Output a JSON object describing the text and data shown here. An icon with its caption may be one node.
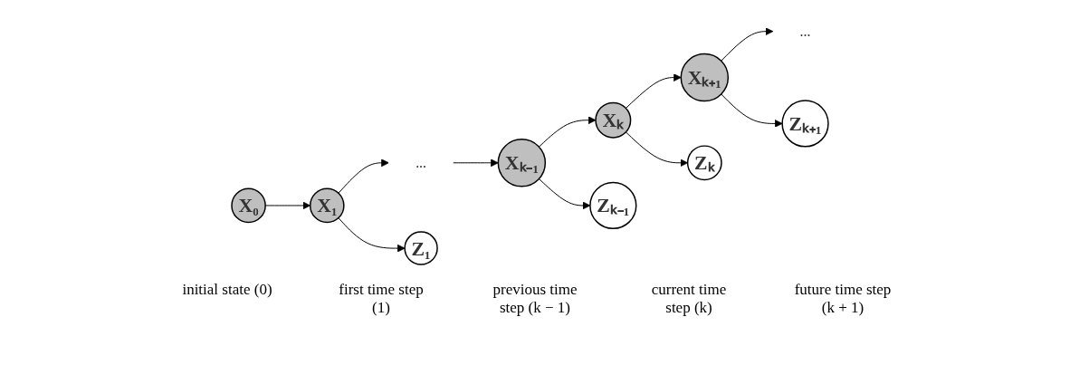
{
  "diagram": {
    "nodes": [
      {
        "text": [
          "X₀"
        ]
      },
      {
        "text": [
          "X₁"
        ]
      },
      {
        "text": [
          "..."
        ]
      },
      {
        "text": [
          "Xₖ₋₁"
        ]
      },
      {
        "text": [
          "Xₖ"
        ]
      },
      {
        "text": [
          "Xₖ₊₁"
        ]
      },
      {
        "text": [
          "..."
        ]
      },
      {
        "text": [
          "Z₁"
        ]
      },
      {
        "text": [
          "Zₖ₋₁"
        ]
      },
      {
        "text": [
          "Zₖ"
        ]
      },
      {
        "text": [
          "Zₖ₊₁"
        ]
      }
    ],
    "edges": [
      {
        "from": 0,
        "to": 1,
        "arrow": "to"
      },
      {
        "from": 1,
        "to": 2,
        "arrow": "to"
      },
      {
        "from": 2,
        "to": 3,
        "arrow": "to"
      },
      {
        "from": 3,
        "to": 4,
        "arrow": "to"
      },
      {
        "from": 4,
        "to": 5,
        "arrow": "to"
      },
      {
        "from": 5,
        "to": 6,
        "arrow": "to"
      },
      {
        "from": 1,
        "to": 7,
        "arrow": "to"
      },
      {
        "from": 3,
        "to": 8,
        "arrow": "to"
      },
      {
        "from": 4,
        "to": 9,
        "arrow": "to"
      },
      {
        "from": 5,
        "to": 10,
        "arrow": "to"
      }
    ],
    "labels": [
      "initial state (0)",
      "first time step (1)",
      "previous time step (k − 1)",
      "current time step (k)",
      "future time step (k + 1)"
    ]
  }
}
